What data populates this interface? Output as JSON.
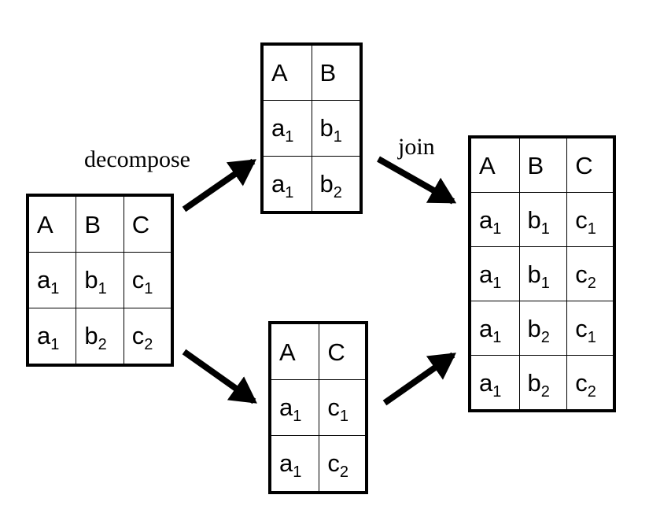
{
  "labels": {
    "decompose": "decompose",
    "join": "join"
  },
  "tables": {
    "original": {
      "header": [
        "A",
        "B",
        "C"
      ],
      "rows": [
        [
          [
            "a",
            "1"
          ],
          [
            "b",
            "1"
          ],
          [
            "c",
            "1"
          ]
        ],
        [
          [
            "a",
            "1"
          ],
          [
            "b",
            "2"
          ],
          [
            "c",
            "2"
          ]
        ]
      ]
    },
    "projection_ab": {
      "header": [
        "A",
        "B"
      ],
      "rows": [
        [
          [
            "a",
            "1"
          ],
          [
            "b",
            "1"
          ]
        ],
        [
          [
            "a",
            "1"
          ],
          [
            "b",
            "2"
          ]
        ]
      ]
    },
    "projection_ac": {
      "header": [
        "A",
        "C"
      ],
      "rows": [
        [
          [
            "a",
            "1"
          ],
          [
            "c",
            "1"
          ]
        ],
        [
          [
            "a",
            "1"
          ],
          [
            "c",
            "2"
          ]
        ]
      ]
    },
    "joined": {
      "header": [
        "A",
        "B",
        "C"
      ],
      "rows": [
        [
          [
            "a",
            "1"
          ],
          [
            "b",
            "1"
          ],
          [
            "c",
            "1"
          ]
        ],
        [
          [
            "a",
            "1"
          ],
          [
            "b",
            "1"
          ],
          [
            "c",
            "2"
          ]
        ],
        [
          [
            "a",
            "1"
          ],
          [
            "b",
            "2"
          ],
          [
            "c",
            "1"
          ]
        ],
        [
          [
            "a",
            "1"
          ],
          [
            "b",
            "2"
          ],
          [
            "c",
            "2"
          ]
        ]
      ]
    }
  },
  "colors": {
    "ink": "#000000",
    "background": "#ffffff"
  }
}
